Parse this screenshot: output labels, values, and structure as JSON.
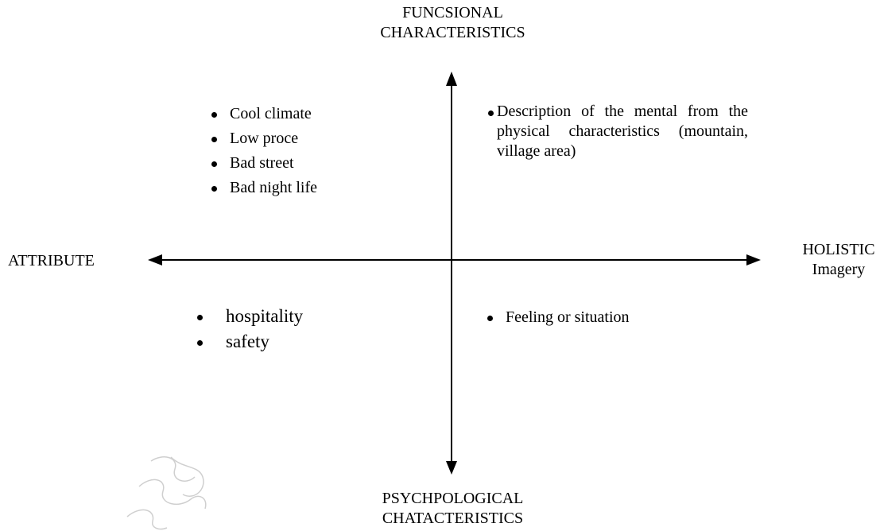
{
  "axes": {
    "top": [
      "FUNCSIONAL",
      "CHARACTERISTICS"
    ],
    "bottom": [
      "PSYCHPOLOGICAL",
      "CHATACTERISTICS"
    ],
    "left": "ATTRIBUTE",
    "right": [
      "HOLISTIC",
      "Imagery"
    ]
  },
  "quadrants": {
    "top_left": [
      "Cool climate",
      "Low proce",
      "Bad street",
      "Bad night life"
    ],
    "top_right": "Description of the mental from the physical characteristics (mountain, village area)",
    "bottom_left": [
      "hospitality",
      "safety"
    ],
    "bottom_right": [
      "Feeling or situation"
    ]
  }
}
